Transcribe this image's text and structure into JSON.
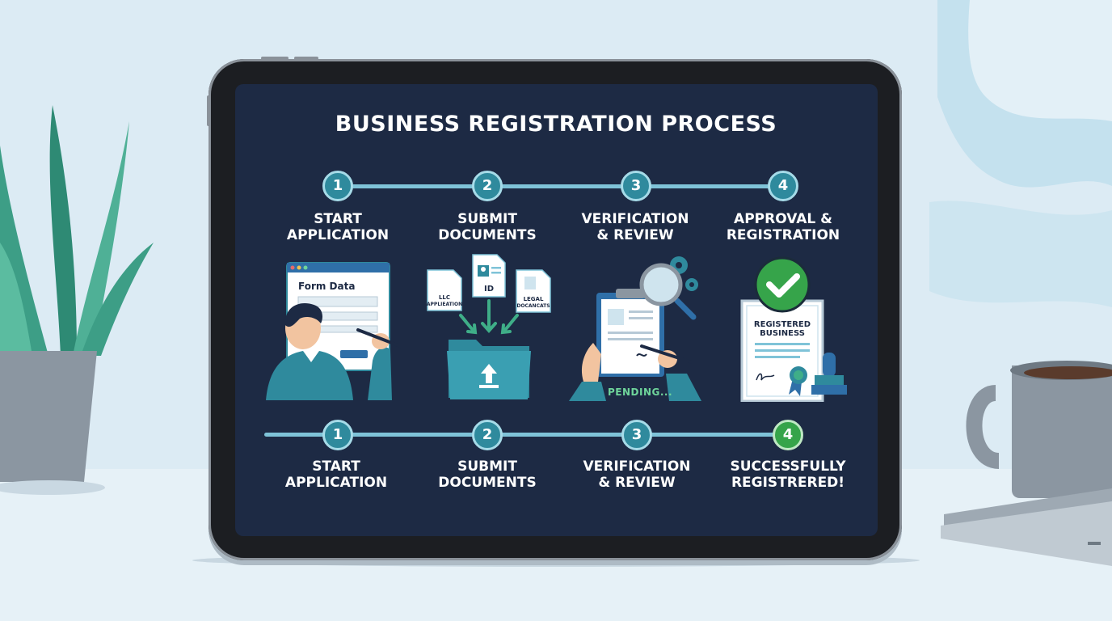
{
  "title": "BUSINESS REGISTRATION PROCESS",
  "top_steps": [
    {
      "number": "1",
      "line1": "START",
      "line2": "APPLICATION"
    },
    {
      "number": "2",
      "line1": "SUBMIT",
      "line2": "DOCUMENTS"
    },
    {
      "number": "3",
      "line1": "VERIFICATION",
      "line2": "& REVIEW"
    },
    {
      "number": "4",
      "line1": "APPROVAL &",
      "line2": "REGISTRATION"
    }
  ],
  "bottom_steps": [
    {
      "number": "1",
      "line1": "START",
      "line2": "APPLICATION"
    },
    {
      "number": "2",
      "line1": "SUBMIT",
      "line2": "DOCUMENTS"
    },
    {
      "number": "3",
      "line1": "VERIFICATION",
      "line2": "& REVIEW"
    },
    {
      "number": "4",
      "line1": "SUCCESSFULLY",
      "line2": "REGISTRERED!"
    }
  ],
  "illustrations": {
    "form_title": "Form Data",
    "doc_llc_1": "LLC",
    "doc_llc_2": "APPLIEATION",
    "doc_id": "ID",
    "doc_legal_1": "LEGAL",
    "doc_legal_2": "DOCANCATS",
    "pending": "PENDING...",
    "certificate_1": "REGISTERED",
    "certificate_2": "BUSINESS"
  },
  "colors": {
    "screen": "#1d2a44",
    "accent": "#2f8a9d",
    "line": "#7fc3d8",
    "success": "#36a44a"
  }
}
